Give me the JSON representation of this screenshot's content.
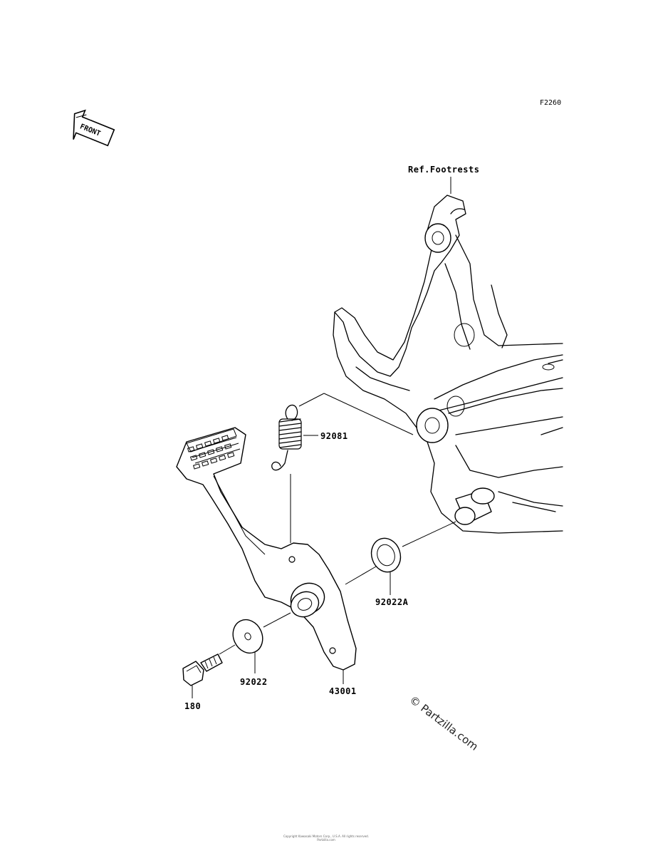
{
  "diagram_code": "F2260",
  "front_arrow_label": "FRONT",
  "reference_label": "Ref.Footrests",
  "parts": {
    "spring": "92081",
    "washer_a": "92022A",
    "washer": "92022",
    "pedal": "43001",
    "bolt": "180"
  },
  "watermark": "© Partzilla.com",
  "footer_line1": "Copyright Kawasaki Motors Corp., U.S.A. All rights reserved.",
  "footer_line2": "Partzilla.com"
}
